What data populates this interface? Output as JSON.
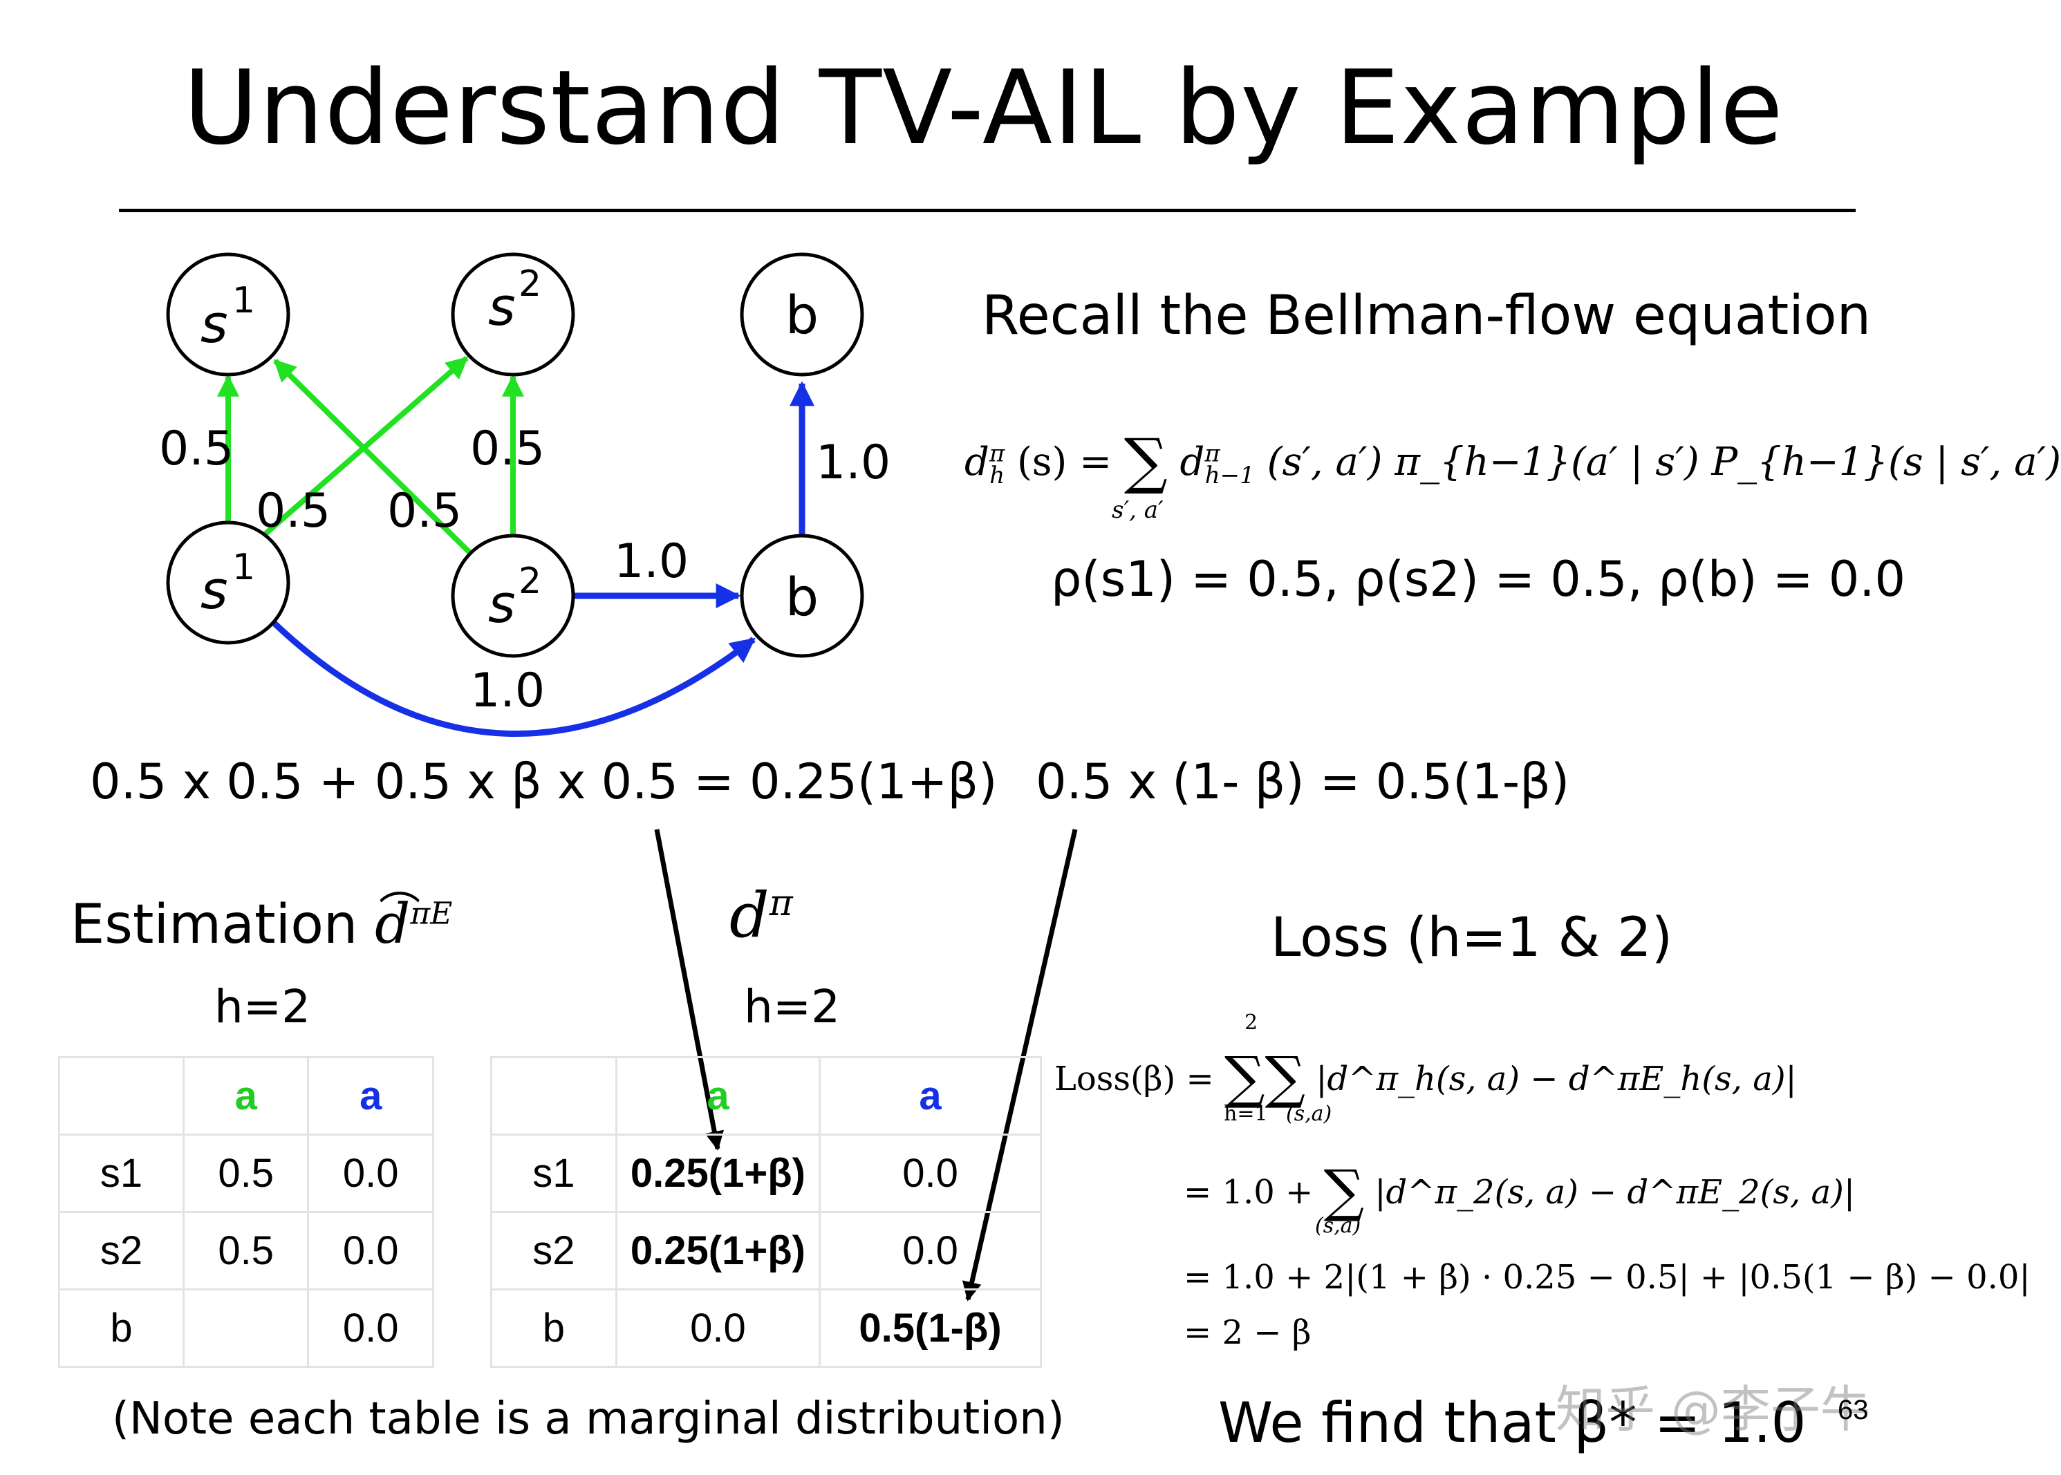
{
  "title": "Understand TV-AIL by Example",
  "diagram": {
    "top_nodes": {
      "s1": "s",
      "s1_sup": "1",
      "s2": "s",
      "s2_sup": "2",
      "b": "b"
    },
    "bottom_nodes": {
      "s1": "s",
      "s1_sup": "1",
      "s2": "s",
      "s2_sup": "2",
      "b": "b"
    },
    "edge_labels": {
      "s1_to_s1": "0.5",
      "s1_to_s2": "0.5",
      "s2_to_s1": "0.5",
      "s2_to_s2": "0.5",
      "b_to_b": "1.0",
      "s2_to_b": "1.0",
      "s1_to_b_curve": "1.0"
    },
    "colors": {
      "green": "#22e022",
      "blue": "#1630e6"
    }
  },
  "bellman": {
    "heading": "Recall the Bellman-flow equation",
    "equation_lhs": "d",
    "equation_lhs_sup": "π",
    "equation_lhs_sub": "h",
    "equation_lhs_arg": "(s) =",
    "sum_under": "s′, a′",
    "equation_rhs": "d",
    "equation_rhs_sup": "π",
    "equation_rhs_sub": "h−1",
    "equation_rhs_tail": "(s′, a′) π_{h−1}(a′ | s′) P_{h−1}(s | s′, a′)",
    "rho_line": "ρ(s1) = 0.5, ρ(s2) = 0.5, ρ(b) = 0.0"
  },
  "calc": {
    "left": "0.5 x 0.5 + 0.5 x β x 0.5 = 0.25(1+β)",
    "right": "0.5 x (1- β) = 0.5(1-β)"
  },
  "estimation": {
    "heading": "Estimation",
    "symbol": "d",
    "symbol_sup": "πE",
    "h_label": "h=2",
    "header": [
      "",
      "a",
      "a"
    ],
    "rows": [
      [
        "s1",
        "0.5",
        "0.0"
      ],
      [
        "s2",
        "0.5",
        "0.0"
      ],
      [
        "b",
        "",
        "0.0"
      ]
    ]
  },
  "dpi": {
    "symbol": "d",
    "symbol_sup": "π",
    "h_label": "h=2",
    "header": [
      "",
      "a",
      "a"
    ],
    "rows": [
      [
        "s1",
        "0.25(1+β)",
        "0.0"
      ],
      [
        "s2",
        "0.25(1+β)",
        "0.0"
      ],
      [
        "b",
        "0.0",
        "0.5(1-β)"
      ]
    ]
  },
  "loss": {
    "heading": "Loss (h=1 & 2)",
    "line1_lhs": "Loss(β) =",
    "line1_sum1_top": "2",
    "line1_sum1_bottom": "h=1",
    "line1_sum2_bottom": "(s,a)",
    "line1_term": "|d^π_h(s, a) − d^πE_h(s, a)|",
    "line2": "= 1.0 +",
    "line2_sum_bottom": "(s,a)",
    "line2_term": "|d^π_2(s, a) − d^πE_2(s, a)|",
    "line3": "= 1.0 + 2|(1 + β) · 0.25 − 0.5| + |0.5(1 − β) − 0.0|",
    "line4": "= 2 − β"
  },
  "note": "(Note each table is a marginal distribution)",
  "conclusion": "We find that β* = 1.0",
  "watermark": "知乎 @李子牛",
  "page_number": "63"
}
